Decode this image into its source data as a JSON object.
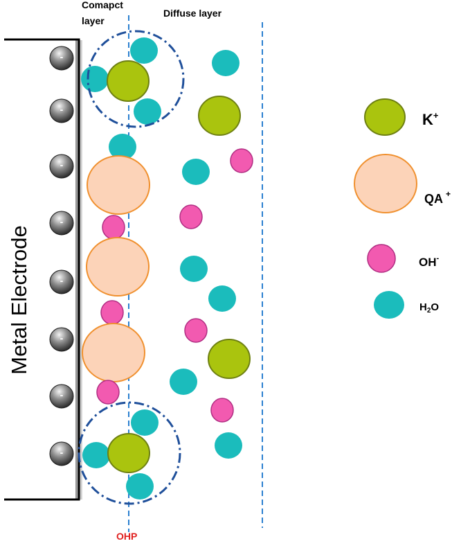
{
  "labels": {
    "compact_line1": "Comapct",
    "compact_line2": "layer",
    "diffuse": "Diffuse layer",
    "electrode": "Metal Electrode",
    "ohp": "OHP",
    "charge_sign": "-"
  },
  "legend": {
    "k": {
      "base": "K",
      "sup": "+"
    },
    "qa": {
      "base": "QA",
      "sup": "+"
    },
    "oh": {
      "base": "OH",
      "sup": "-"
    },
    "h2o": {
      "pre": "H",
      "sub": "2",
      "post": "O"
    }
  },
  "colors": {
    "k_fill": "#aac40e",
    "k_stroke": "#6e8012",
    "qa_fill": "#fcd3b8",
    "qa_stroke": "#f0902e",
    "oh_fill": "#f25ab0",
    "oh_stroke": "#b02d82",
    "h2o_fill": "#1bbcbc",
    "dashed_line": "#2a7fd0",
    "dashdot_circle": "#1f4f9a",
    "ohp_text": "#e0201f"
  }
}
